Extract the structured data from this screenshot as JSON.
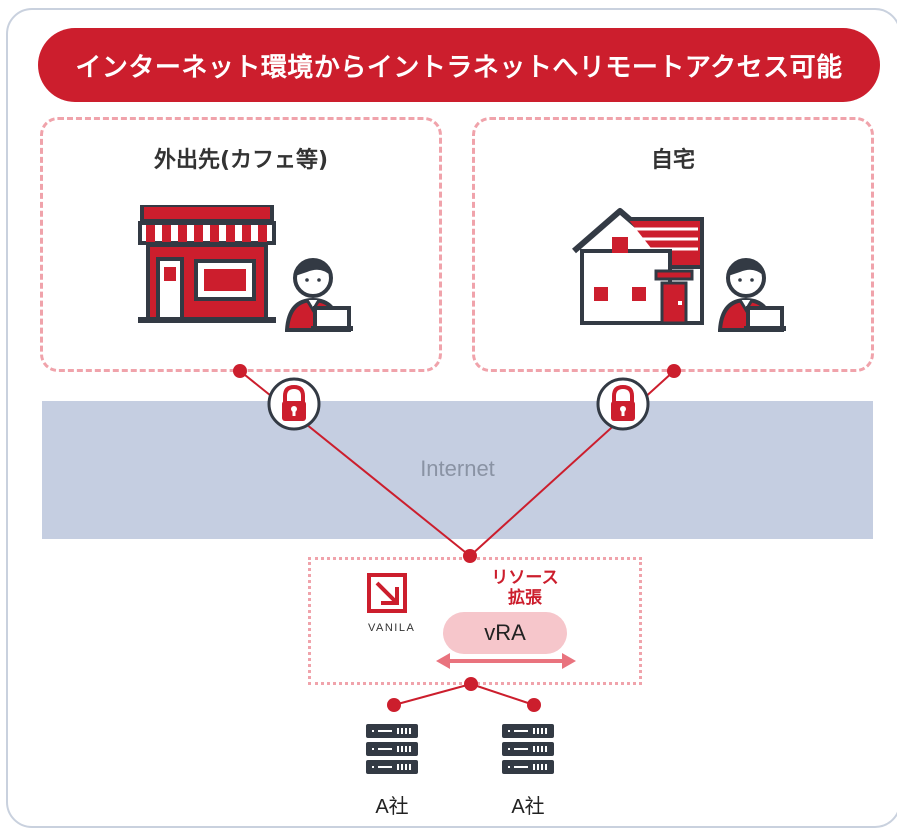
{
  "banner": {
    "title": "インターネット環境からイントラネットへリモートアクセス可能"
  },
  "locations": {
    "cafe": {
      "title": "外出先(カフェ等)"
    },
    "home": {
      "title": "自宅"
    }
  },
  "network": {
    "label": "Internet"
  },
  "datacenter": {
    "logo_text": "VANILA",
    "resource_label_line1": "リソース",
    "resource_label_line2": "拡張",
    "vra_label": "vRA"
  },
  "servers": [
    {
      "label": "A社"
    },
    {
      "label": "A社"
    }
  ],
  "colors": {
    "accent_red": "#cc1e2d",
    "pink_dashed": "#f0a3ab",
    "internet_band": "#c5cee1",
    "vra_pill": "#f6c6cb",
    "icon_dark": "#333a44"
  },
  "icons": [
    "shop-icon",
    "house-icon",
    "person-laptop-icon",
    "lock-icon",
    "server-icon",
    "vanila-logo-icon"
  ]
}
